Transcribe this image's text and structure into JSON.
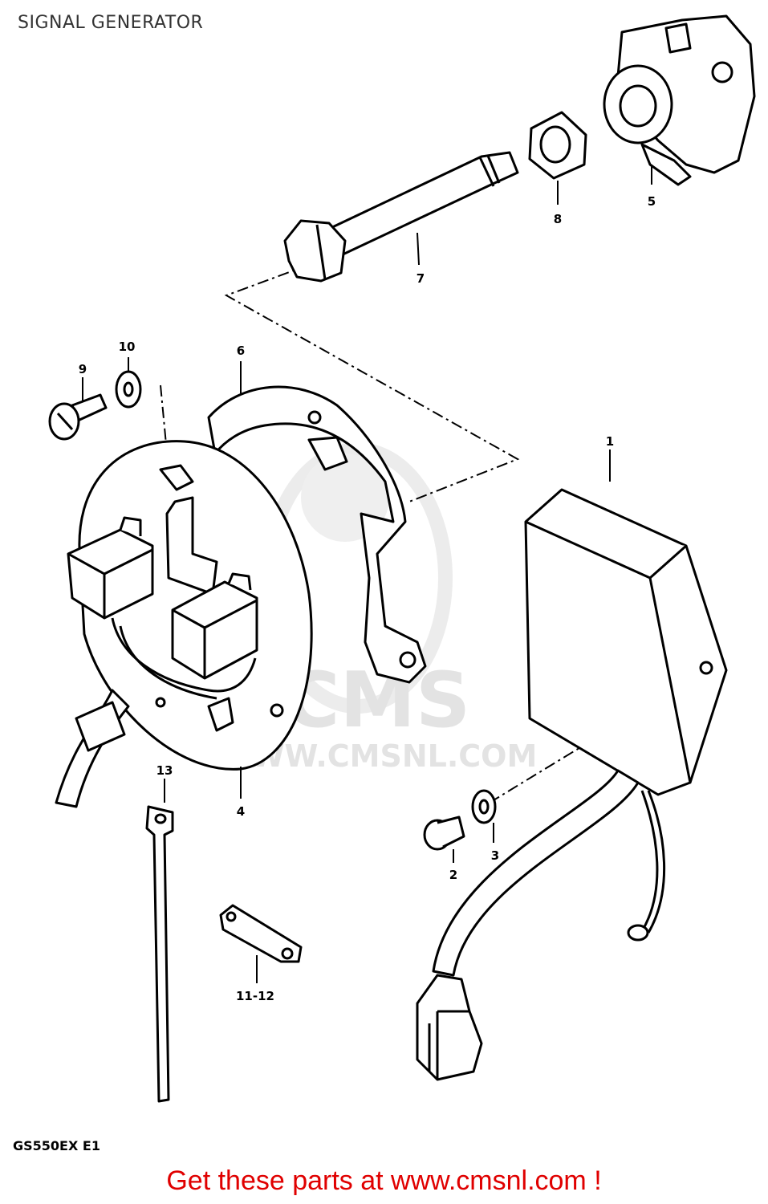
{
  "header": {
    "title": "SIGNAL GENERATOR"
  },
  "diagram": {
    "model_code": "GS550EX E1",
    "part_labels": {
      "p1": "1",
      "p2": "2",
      "p3": "3",
      "p4": "4",
      "p5": "5",
      "p6": "6",
      "p7": "7",
      "p8": "8",
      "p9": "9",
      "p10": "10",
      "p11_12": "11-12",
      "p13": "13"
    },
    "watermark": {
      "brand": "CMS",
      "url": "WWW.CMSNL.COM"
    }
  },
  "footer": {
    "cta_link": "Get these parts at www.cmsnl.com !"
  },
  "colors": {
    "cta": "#e00000",
    "line": "#000000",
    "watermark": "#e6e6e6"
  }
}
